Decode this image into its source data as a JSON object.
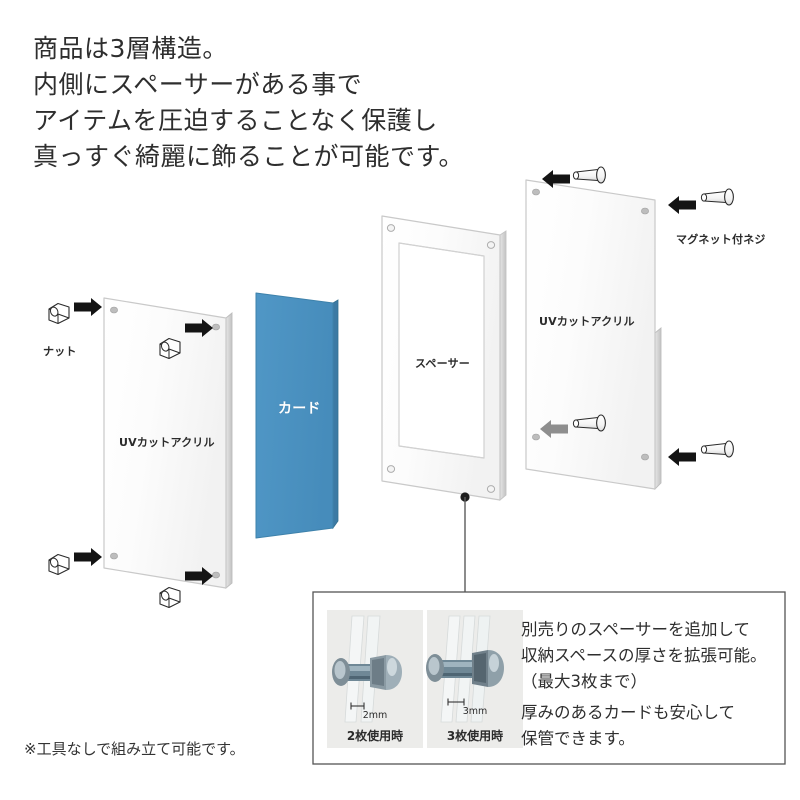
{
  "header": {
    "lines": [
      "商品は3層構造。",
      "内側にスペーサーがある事で",
      "アイテムを圧迫することなく保護し",
      "真っすぐ綺麗に飾ることが可能です。"
    ]
  },
  "diagram": {
    "labels": {
      "nut": "ナット",
      "acrylic_front": "UVカットアクリル",
      "card": "カード",
      "spacer": "スペーサー",
      "acrylic_back": "UVカットアクリル",
      "magnet_screw": "マグネット付ネジ"
    },
    "colors": {
      "card_blue": "#4c91c0",
      "card_blue_edge": "#3c7aa4",
      "panel_fill": "#fbfbfb",
      "panel_edge": "#c9c9c9",
      "arrow_dark": "#1a1a1a",
      "arrow_gray": "#8a8a8a",
      "hole": "#b8b8b8"
    }
  },
  "info_box": {
    "photos": [
      {
        "dimension": "2mm",
        "caption": "2枚使用時"
      },
      {
        "dimension": "3mm",
        "caption": "3枚使用時"
      }
    ],
    "paragraphs": [
      "別売りのスペーサーを追加して\n収納スペースの厚さを拡張可能。\n（最大3枚まで）",
      "厚みのあるカードも安心して\n保管できます。"
    ]
  },
  "footnote": "※工具なしで組み立て可能です。"
}
